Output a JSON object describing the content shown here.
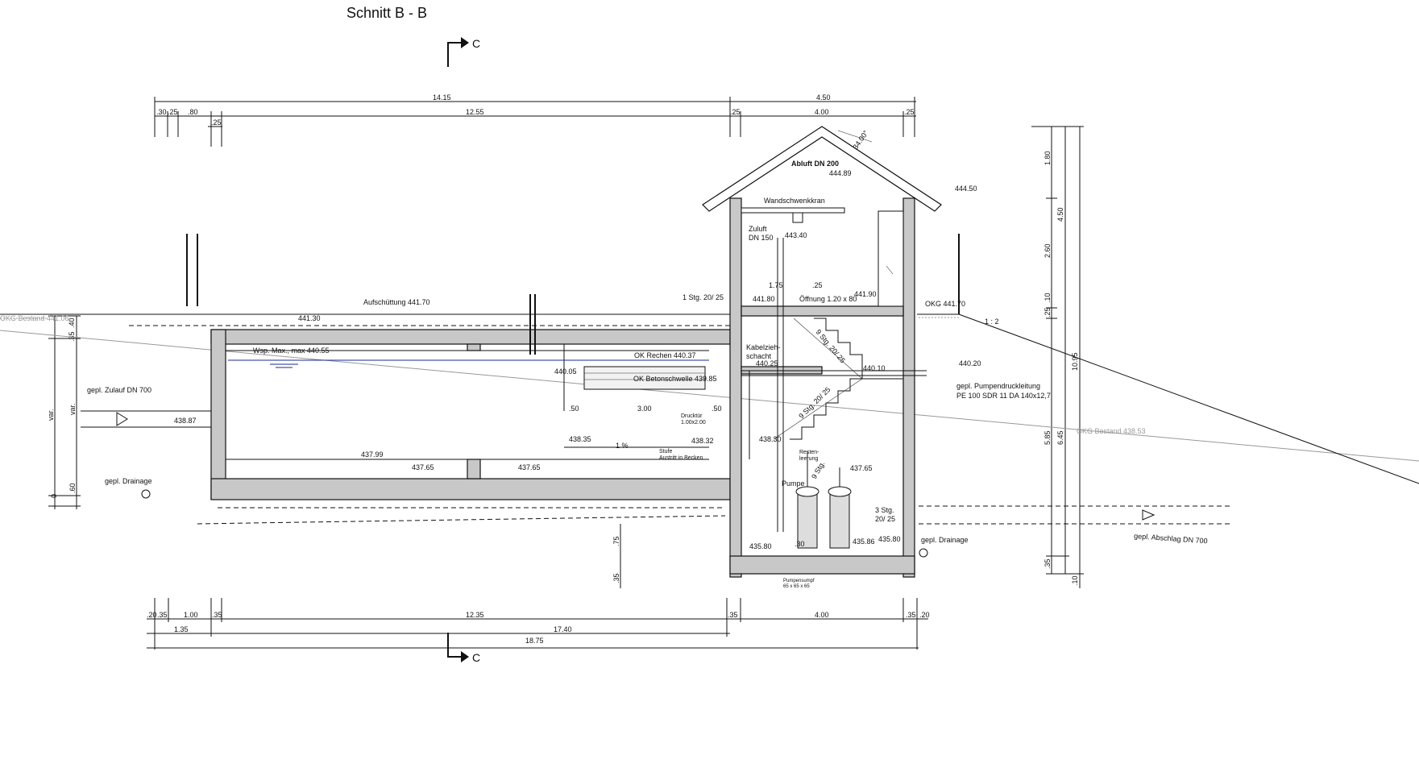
{
  "title": "Schnitt B - B",
  "section_marker": "C",
  "dimensions_top": {
    "overall_left": "14.15",
    "overall_right": "4.50",
    "d_30": ".30",
    "d_25a": ".25",
    "d_80": ".80",
    "d_25b": ".25",
    "d_1255": "12.55",
    "d_25c": ".25",
    "d_400": "4.00",
    "d_25d": ".25"
  },
  "dimensions_bottom": {
    "d_20": ".20",
    "d_35a": ".35",
    "d_100": "1.00",
    "d_35b": ".35",
    "d_1235": "12.35",
    "d_35c": ".35",
    "d_400": "4.00",
    "d_35d": ".35",
    "d_20b": ".20",
    "d_135": "1.35",
    "d_1740": "17.40",
    "d_1875": "18.75"
  },
  "dimensions_right": {
    "d_180": "1.80",
    "d_450": "4.50",
    "d_260": "2.60",
    "d_10a": ".10",
    "d_25": ".25",
    "d_1095": "10.95",
    "d_585": "5.85",
    "d_645": "6.45",
    "d_35": ".35",
    "d_10b": ".10"
  },
  "dimensions_left": {
    "d_35": ".35",
    "d_40": ".40",
    "var_a": "var.",
    "var_b": "var.",
    "d_60": ".60",
    "d_0": "0",
    "d_75": ".75",
    "d_35b": ".35"
  },
  "labels": {
    "okg_bestand_left": "OKG Bestand 441.06",
    "okg_bestand_right": "OKG Bestand 438.53",
    "okg_right": "OKG 441.70",
    "aufschuettung": "Aufschüttung 441.70",
    "el_44130": "441.30",
    "wsp_max": "Wsp. Max., max 440.55",
    "ok_rechen": "OK Rechen 440.37",
    "ok_betonschwelle": "OK Betonschwelle 439.85",
    "el_44005": "440.05",
    "zulauf": "gepl. Zulauf DN 700",
    "el_43887": "438.87",
    "drainage_left": "gepl. Drainage",
    "d_50a": ".50",
    "d_300": "3.00",
    "d_50b": ".50",
    "druckfuer": "Drucktür",
    "druckfuer_dim": "1.00x2.00",
    "el_43835": "438.35",
    "gefaelle": "1 %",
    "stufe": "Stufe",
    "austritt": "Austritt in Becken",
    "el_43832": "438.32",
    "el_43799": "437.99",
    "el_43765a": "437.65",
    "el_43765b": "437.65",
    "abluft": "Abluft DN 200",
    "el_44489": "444.89",
    "el_44450": "444.50",
    "wandschwenkkran": "Wandschwenkkran",
    "zuluft": "Zuluft",
    "zuluft_dn": "DN 150",
    "el_44340": "443.40",
    "d_175": "1.75",
    "d_25": ".25",
    "oeffnung": "Öffnung 1.20 x 80",
    "el_44190": "441.90",
    "stg_1": "1 Stg. 20/ 25",
    "el_44180": "441.80",
    "stg_9a": "9 Stg. 20/ 25",
    "kabelzieh": "Kabelzieh-",
    "schacht": "schacht",
    "el_44025": "440.25",
    "el_44010": "440.10",
    "el_44020": "440.20",
    "pumpendruck": "gepl. Pumpendruckleitung",
    "pe100": "PE 100 SDR 11 DA 140x12,7",
    "stg_9b": "9 Stg. 20/ 25",
    "el_43830": "438.30",
    "restentleerung_a": "Resten-",
    "restentleerung_b": "leerung",
    "el_43765c": "437.65",
    "pumpe": "Pumpe",
    "stg_9c": "9 Stg.",
    "stg_3": "3 Stg.",
    "stg_3b": "20/ 25",
    "el_43580a": "435.80",
    "el_43580b": "435.80",
    "el_43586": "435.86",
    "d_30": ".30",
    "pumpensumpf": "Pumpensumpf",
    "pumpensumpf_dim": "65 x 65 x 65",
    "drainage_right": "gepl. Drainage",
    "abschlag": "gepl. Abschlag DN 700",
    "slope": "1 : 2",
    "angle": "34.00°"
  }
}
